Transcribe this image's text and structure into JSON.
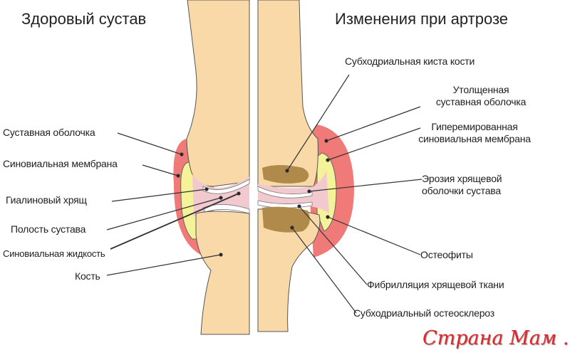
{
  "titles": {
    "healthy": "Здоровый сустав",
    "arthrosis": "Изменения при артрозе"
  },
  "left_labels": {
    "capsule": "Суставная оболочка",
    "synovial_membrane": "Синовиальная мембрана",
    "hyaline_cartilage": "Гиалиновый хрящ",
    "joint_cavity": "Полость сустава",
    "synovial_fluid": "Синовиальная жидкость",
    "bone": "Кость"
  },
  "right_labels": {
    "subchondral_cyst": "Субходриальная киста кости",
    "thickened_capsule_1": "Утолщенная",
    "thickened_capsule_2": "суставная  оболочка",
    "hyperemic_membrane_1": "Гиперемированная",
    "hyperemic_membrane_2": "синовиальная мембрана",
    "erosion_1": "Эрозия хрящевой",
    "erosion_2": "оболочки сустава",
    "osteophytes": "Остеофиты",
    "fibrillation": "Фибрилляция хрящевой ткани",
    "osteosclerosis": "Субходриальный остеосклероз"
  },
  "watermark": "Страна Мам . ру",
  "colors": {
    "bone": "#f9d9a8",
    "capsule": "#ef7a78",
    "membrane": "#f4f39a",
    "cartilage": "#f2c9cf",
    "lesion": "#b08a4a",
    "watermark": "#e0262a"
  }
}
